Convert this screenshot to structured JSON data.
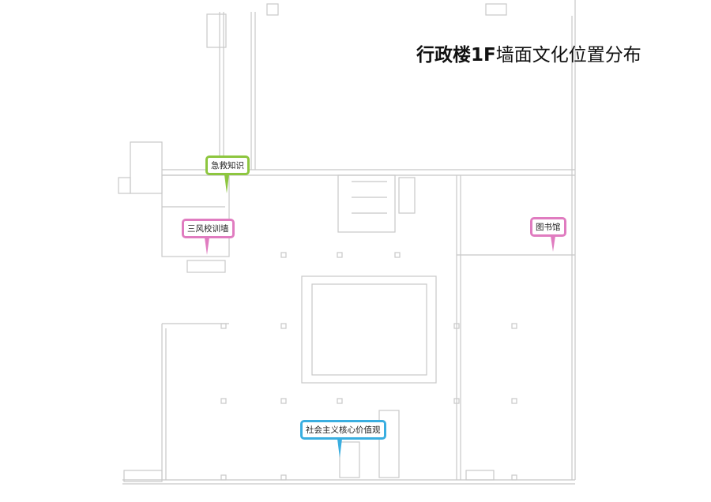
{
  "title": {
    "bold": "行政楼1F",
    "rest": "墙面文化位置分布"
  },
  "labels": [
    {
      "text": "急救知识",
      "color": "#8dc63f"
    },
    {
      "text": "三风校训墙",
      "color": "#e07cc0"
    },
    {
      "text": "图书馆",
      "color": "#e07cc0"
    },
    {
      "text": "社会主义核心价值观",
      "color": "#3aaee0"
    }
  ]
}
